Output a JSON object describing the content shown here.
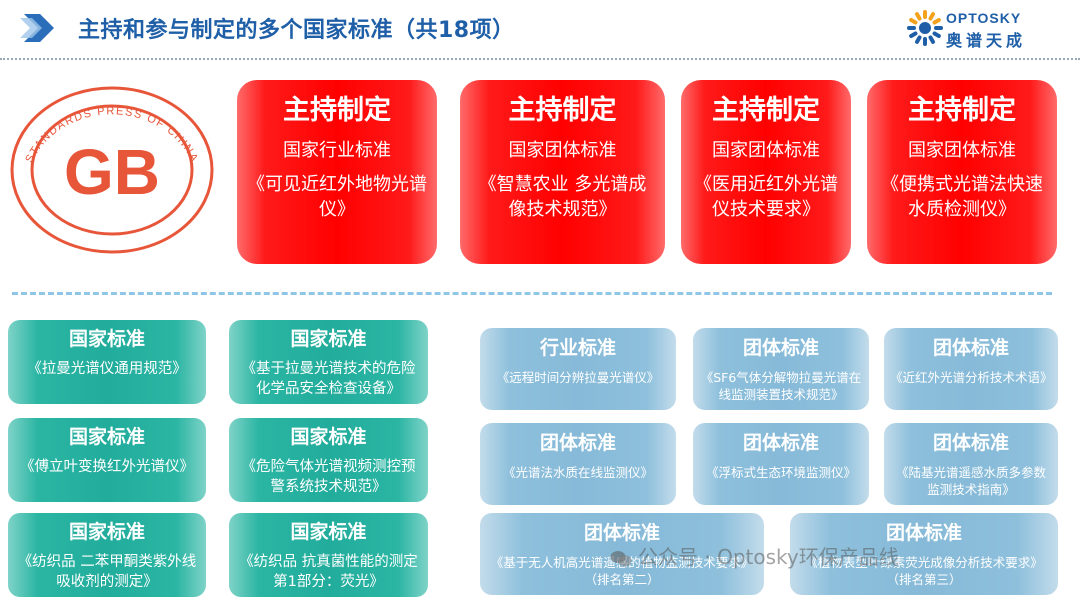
{
  "header": {
    "title": "主持和参与制定的多个国家标准（共18项）",
    "logo_en": "OPTOSKY",
    "logo_cn": "奥谱天成"
  },
  "gb_logo": {
    "big": "GB",
    "ring_text": "STANDARDS PRESS OF CHINA"
  },
  "hosted": [
    {
      "heading": "主持制定",
      "type": "国家行业标准",
      "name": "《可见近红外地物光谱仪》"
    },
    {
      "heading": "主持制定",
      "type": "国家团体标准",
      "name": "《智慧农业 多光谱成像技术规范》"
    },
    {
      "heading": "主持制定",
      "type": "国家团体标准",
      "name": "《医用近红外光谱仪技术要求》"
    },
    {
      "heading": "主持制定",
      "type": "国家团体标准",
      "name": "《便携式光谱法快速水质检测仪》"
    }
  ],
  "national": [
    {
      "heading": "国家标准",
      "name": "《拉曼光谱仪通用规范》"
    },
    {
      "heading": "国家标准",
      "name": "《基于拉曼光谱技术的危险化学品安全检查设备》"
    },
    {
      "heading": "国家标准",
      "name": "《傅立叶变换红外光谱仪》"
    },
    {
      "heading": "国家标准",
      "name": "《危险气体光谱视频测控预警系统技术规范》"
    },
    {
      "heading": "国家标准",
      "name": "《纺织品 二苯甲酮类紫外线吸收剂的测定》"
    },
    {
      "heading": "国家标准",
      "name": "《纺织品 抗真菌性能的测定 第1部分：荧光》"
    }
  ],
  "group": [
    {
      "heading": "行业标准",
      "name": "《远程时间分辨拉曼光谱仪》"
    },
    {
      "heading": "团体标准",
      "name": "《SF6气体分解物拉曼光谱在线监测装置技术规范》"
    },
    {
      "heading": "团体标准",
      "name": "《近红外光谱分析技术术语》"
    },
    {
      "heading": "团体标准",
      "name": "《光谱法水质在线监测仪》"
    },
    {
      "heading": "团体标准",
      "name": "《浮标式生态环境监测仪》"
    },
    {
      "heading": "团体标准",
      "name": "《陆基光谱遥感水质多参数监测技术指南》"
    },
    {
      "heading": "团体标准",
      "name": "《基于无人机高光谱遥感的植物监测技术要求》（排名第二）"
    },
    {
      "heading": "团体标准",
      "name": "《植物表型叶绿素荧光成像分析技术要求》（排名第三）"
    }
  ],
  "watermark": "公众号 · Optosky环保产品线",
  "colors": {
    "title_blue": "#1f5fa8",
    "red": "#ff0000",
    "teal": "#22ac9c",
    "light_blue": "#86bad8",
    "gb_orange": "#e8563a"
  }
}
